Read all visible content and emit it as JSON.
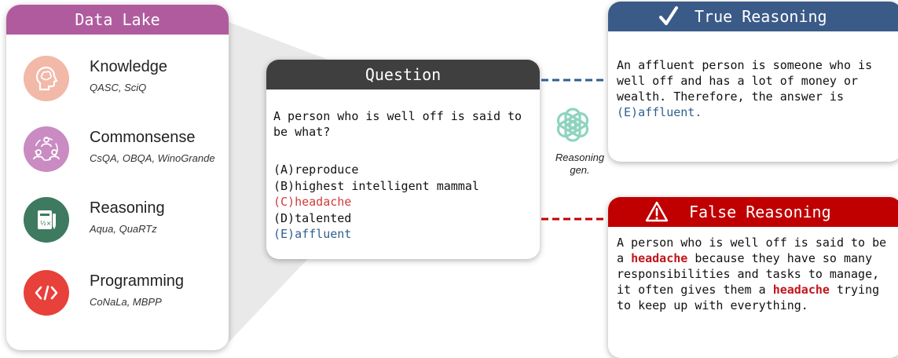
{
  "data_lake": {
    "title": "Data Lake",
    "categories": [
      {
        "title": "Knowledge",
        "datasets": "QASC, SciQ",
        "icon": "brain-head-icon",
        "color": "#f2b8a8"
      },
      {
        "title": "Commonsense",
        "datasets": "CsQA, OBQA, WinoGrande",
        "icon": "people-network-icon",
        "color": "#c98bc2"
      },
      {
        "title": "Reasoning",
        "datasets": "Aqua, QuaRTz",
        "icon": "calculator-document-icon",
        "color": "#3e7a5f"
      },
      {
        "title": "Programming",
        "datasets": "CoNaLa, MBPP",
        "icon": "code-brackets-icon",
        "color": "#e8403a"
      }
    ]
  },
  "question": {
    "title": "Question",
    "text": "A person who is well off is said to be what?",
    "options": [
      "(A)reproduce",
      "(B)highest intelligent mammal",
      "(C)headache",
      "(D)talented",
      "(E)affluent"
    ]
  },
  "generator": {
    "label_line1": "Reasoning",
    "label_line2": "gen.",
    "icon": "openai-logo-icon"
  },
  "true_reasoning": {
    "title": "True Reasoning",
    "icon": "checkmark-icon",
    "color": "#3a5a88",
    "text": "An affluent person is someone who is well off and has a lot of money or wealth. Therefore, the answer is ",
    "answer": "(E)affluent."
  },
  "false_reasoning": {
    "title": "False Reasoning",
    "icon": "warning-icon",
    "color": "#c00000",
    "part1": "A person who is well off is said to be a ",
    "highlight1": "headache",
    "part2": " because they have so many responsibilities and tasks to manage, it often gives them a ",
    "highlight2": "headache",
    "part3": " trying to keep up with everything."
  }
}
